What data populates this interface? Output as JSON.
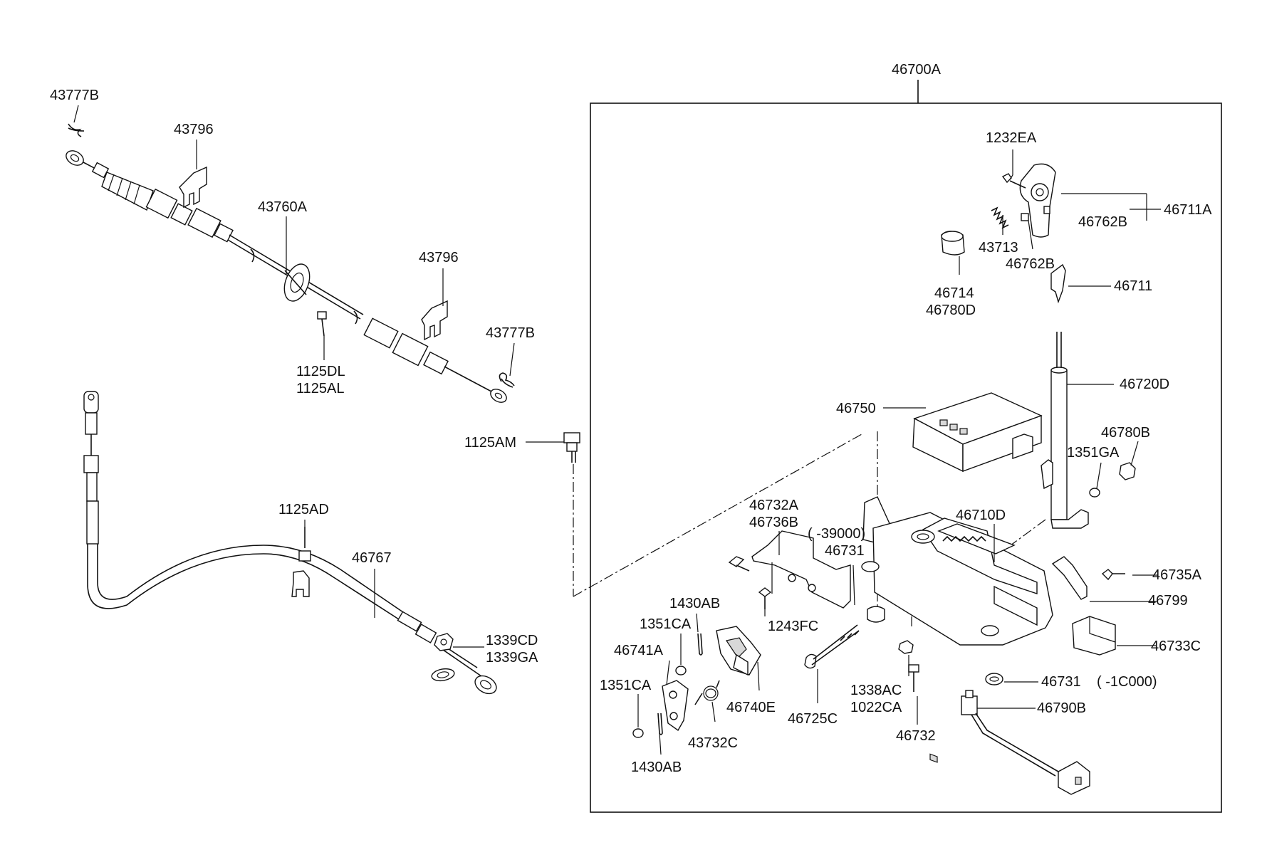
{
  "labels": {
    "l_46700A": "46700A",
    "l_43777B_a": "43777B",
    "l_43796_a": "43796",
    "l_43760A": "43760A",
    "l_43796_b": "43796",
    "l_43777B_b": "43777B",
    "l_1125DL": "1125DL",
    "l_1125AL": "1125AL",
    "l_1125AM": "1125AM",
    "l_1125AD": "1125AD",
    "l_46767": "46767",
    "l_1339CD": "1339CD",
    "l_1339GA": "1339GA",
    "l_1232EA": "1232EA",
    "l_46711A": "46711A",
    "l_46762B_a": "46762B",
    "l_43713": "43713",
    "l_46762B_b": "46762B",
    "l_46714": "46714",
    "l_46780D": "46780D",
    "l_46711": "46711",
    "l_46720D": "46720D",
    "l_46750": "46750",
    "l_46780B": "46780B",
    "l_1351GA": "1351GA",
    "l_46732A": "46732A",
    "l_46736B": "46736B",
    "l_39000": "( -39000)",
    "l_46731_a": "46731",
    "l_46710D": "46710D",
    "l_46735A": "46735A",
    "l_46799": "46799",
    "l_1430AB_a": "1430AB",
    "l_1351CA_a": "1351CA",
    "l_1243FC": "1243FC",
    "l_46741A": "46741A",
    "l_46733C": "46733C",
    "l_46731_b": "46731",
    "l_1C000": "( -1C000)",
    "l_1351CA_b": "1351CA",
    "l_1338AC": "1338AC",
    "l_1022CA": "1022CA",
    "l_46740E": "46740E",
    "l_46725C": "46725C",
    "l_46790B": "46790B",
    "l_46732": "46732",
    "l_43732C": "43732C",
    "l_1430AB_b": "1430AB"
  }
}
